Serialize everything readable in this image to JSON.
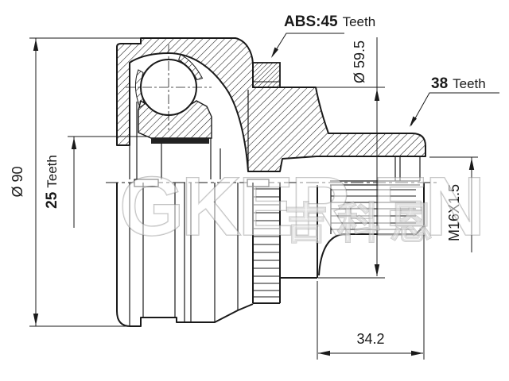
{
  "watermark": {
    "latin": "GKER-EN",
    "cjk": "吉科恩"
  },
  "dimensions": {
    "abs_ring": {
      "num": "ABS:45",
      "word": "Teeth"
    },
    "outer_spline": {
      "num": "38",
      "word": "Teeth"
    },
    "inner_spline": {
      "num": "25",
      "word": "Teeth"
    },
    "ring_seat_diameter": "Ø 59.5",
    "bell_outer_diameter": "Ø 90",
    "thread_spec": "M16X1.5",
    "stub_length": "34.2"
  },
  "colors": {
    "line": "#1a1a1a",
    "background": "#ffffff"
  }
}
